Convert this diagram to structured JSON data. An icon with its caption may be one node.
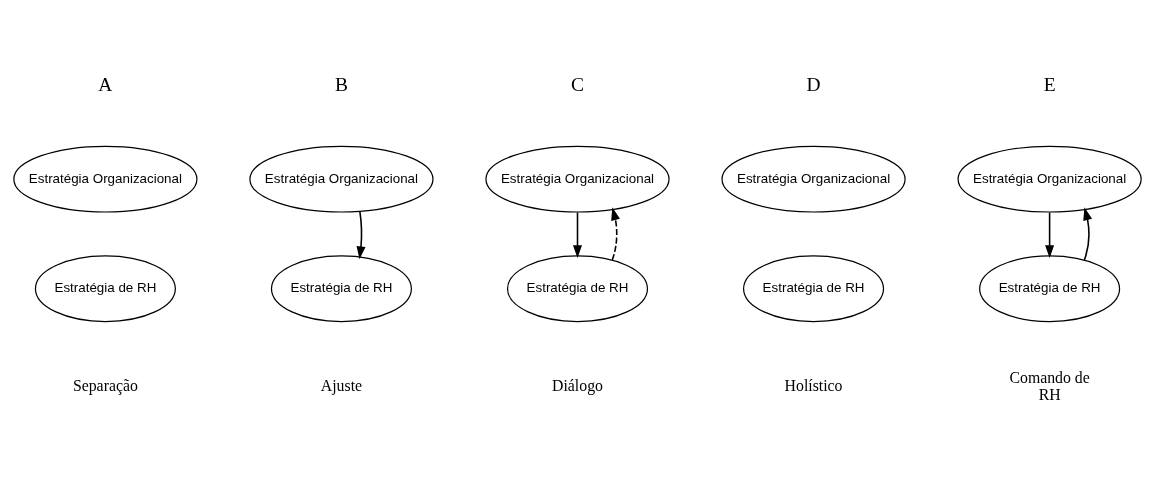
{
  "diagram": {
    "nodes": [
      {
        "text": [
          "Estratégia Organizacional"
        ]
      },
      {
        "text": [
          "Estratégia de RH"
        ]
      },
      {
        "text": [
          "Estratégia Organizacional"
        ]
      },
      {
        "text": [
          "Estratégia de RH"
        ]
      },
      {
        "text": [
          "Estratégia Organizacional"
        ]
      },
      {
        "text": [
          "Estratégia de RH"
        ]
      },
      {
        "text": [
          "Estratégia Organizacional"
        ]
      },
      {
        "text": [
          "Estratégia de RH"
        ]
      },
      {
        "text": [
          "Estratégia Organizacional"
        ]
      },
      {
        "text": [
          "Estratégia de RH"
        ]
      }
    ],
    "edges": [
      {
        "from": 2,
        "to": 3,
        "arrow": "to"
      },
      {
        "from": 4,
        "to": 5,
        "arrow": "to"
      },
      {
        "from": 5,
        "to": 4,
        "arrow": "to",
        "style": "dashed"
      },
      {
        "from": 8,
        "to": 9,
        "arrow": "to"
      },
      {
        "from": 9,
        "to": 8,
        "arrow": "to"
      }
    ],
    "labels": [
      "A",
      "B",
      "C",
      "D",
      "E",
      "Separação",
      "Ajuste",
      "Diálogo",
      "Holístico",
      "Comando de RH"
    ]
  }
}
